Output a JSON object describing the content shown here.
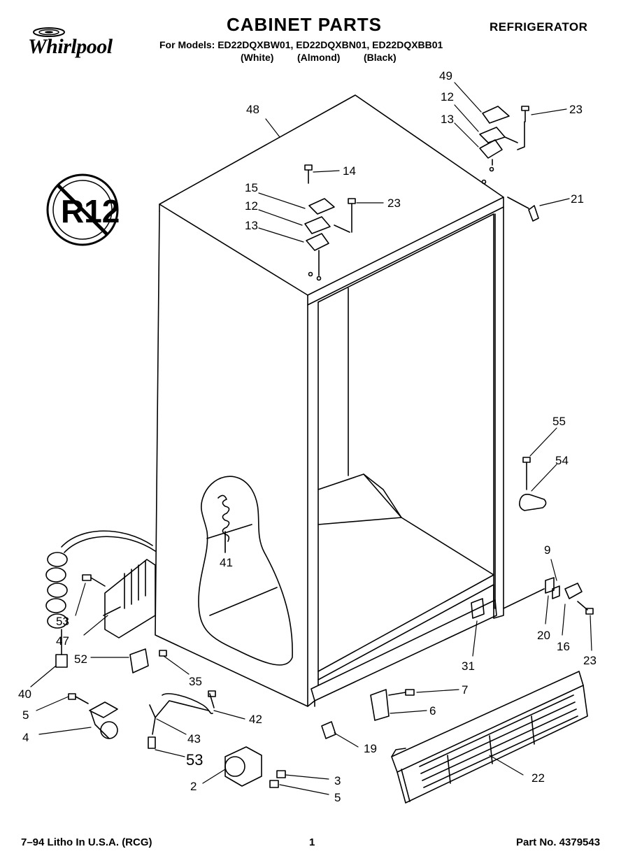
{
  "header": {
    "brand": "Whirlpool",
    "title": "CABINET PARTS",
    "category": "REFRIGERATOR",
    "models_line": "For Models: ED22DQXBW01, ED22DQXBN01, ED22DQXBB01",
    "finishes": [
      "(White)",
      "(Almond)",
      "(Black)"
    ]
  },
  "badge": {
    "text": "R12"
  },
  "callouts": [
    "48",
    "49",
    "12",
    "13",
    "23",
    "14",
    "15",
    "12",
    "13",
    "23",
    "21",
    "55",
    "54",
    "41",
    "9",
    "20",
    "16",
    "23",
    "53",
    "47",
    "52",
    "40",
    "35",
    "31",
    "7",
    "6",
    "5",
    "4",
    "43",
    "42",
    "53",
    "19",
    "22",
    "2",
    "3",
    "5"
  ],
  "footer": {
    "left": "7–94 Litho In U.S.A. (RCG)",
    "page": "1",
    "part_number": "Part No. 4379543"
  }
}
